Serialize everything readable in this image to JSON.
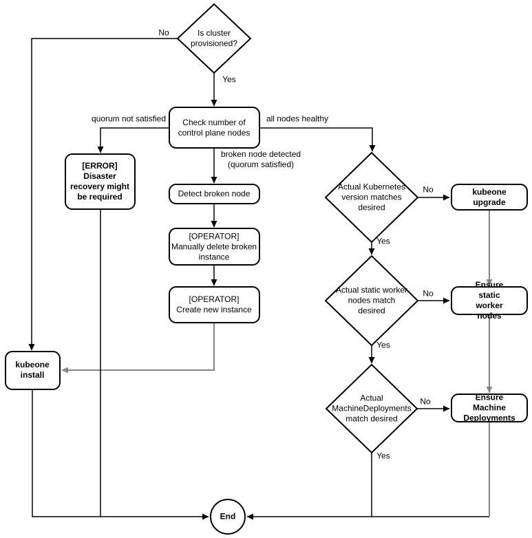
{
  "colors": {
    "stroke": "#000000",
    "edge_black": "#000000",
    "edge_gray": "#858585",
    "node_fill": "#ffffff",
    "background": "#ffffff"
  },
  "nodes": {
    "provisioned": {
      "type": "decision",
      "label": "Is cluster\nprovisioned?"
    },
    "check_nodes": {
      "type": "process",
      "label": "Check number of\ncontrol plane nodes"
    },
    "error": {
      "type": "process",
      "label": "[ERROR]\nDisaster\nrecovery might\nbe required"
    },
    "detect": {
      "type": "process",
      "label": "Detect broken node"
    },
    "manual_delete": {
      "type": "process",
      "label": "[OPERATOR]\nManually delete broken\ninstance"
    },
    "create_instance": {
      "type": "process",
      "label": "[OPERATOR]\nCreate new instance"
    },
    "kubeone_install": {
      "type": "process",
      "label": "kubeone\ninstall"
    },
    "k8s_version": {
      "type": "decision",
      "label": "Actual Kubernetes\nversion matches\ndesired"
    },
    "kubeone_upgrade": {
      "type": "process",
      "label": "kubeone upgrade"
    },
    "static_workers": {
      "type": "decision",
      "label": "Actual static worker\nnodes match\ndesired"
    },
    "ensure_static": {
      "type": "process",
      "label": "Ensure static\nworker nodes"
    },
    "machine_deployments": {
      "type": "decision",
      "label": "Actual\nMachineDeployments\nmatch desired"
    },
    "ensure_md": {
      "type": "process",
      "label": "Ensure Machine\nDeployments"
    },
    "end": {
      "type": "terminal",
      "label": "End"
    }
  },
  "edge_labels": {
    "provisioned_no": "No",
    "provisioned_yes": "Yes",
    "quorum_not_satisfied": "quorum not satisfied",
    "all_nodes_healthy": "all nodes healthy",
    "broken_node": "broken node detected\n(quorum satisfied)",
    "k8s_no": "No",
    "k8s_yes": "Yes",
    "static_no": "No",
    "static_yes": "Yes",
    "md_no": "No",
    "md_yes": "Yes"
  },
  "edges": [
    {
      "from": "provisioned",
      "to": "kubeone_install",
      "label": "No"
    },
    {
      "from": "provisioned",
      "to": "check_nodes",
      "label": "Yes"
    },
    {
      "from": "check_nodes",
      "to": "error",
      "label": "quorum not satisfied"
    },
    {
      "from": "check_nodes",
      "to": "detect",
      "label": "broken node detected (quorum satisfied)"
    },
    {
      "from": "check_nodes",
      "to": "k8s_version",
      "label": "all nodes healthy"
    },
    {
      "from": "detect",
      "to": "manual_delete",
      "label": ""
    },
    {
      "from": "manual_delete",
      "to": "create_instance",
      "label": ""
    },
    {
      "from": "create_instance",
      "to": "kubeone_install",
      "label": ""
    },
    {
      "from": "error",
      "to": "end",
      "label": ""
    },
    {
      "from": "kubeone_install",
      "to": "end",
      "label": ""
    },
    {
      "from": "k8s_version",
      "to": "kubeone_upgrade",
      "label": "No"
    },
    {
      "from": "k8s_version",
      "to": "static_workers",
      "label": "Yes"
    },
    {
      "from": "kubeone_upgrade",
      "to": "ensure_static",
      "label": ""
    },
    {
      "from": "static_workers",
      "to": "ensure_static",
      "label": "No"
    },
    {
      "from": "static_workers",
      "to": "machine_deployments",
      "label": "Yes"
    },
    {
      "from": "ensure_static",
      "to": "ensure_md",
      "label": ""
    },
    {
      "from": "machine_deployments",
      "to": "ensure_md",
      "label": "No"
    },
    {
      "from": "machine_deployments",
      "to": "end",
      "label": "Yes"
    },
    {
      "from": "ensure_md",
      "to": "end",
      "label": ""
    }
  ]
}
